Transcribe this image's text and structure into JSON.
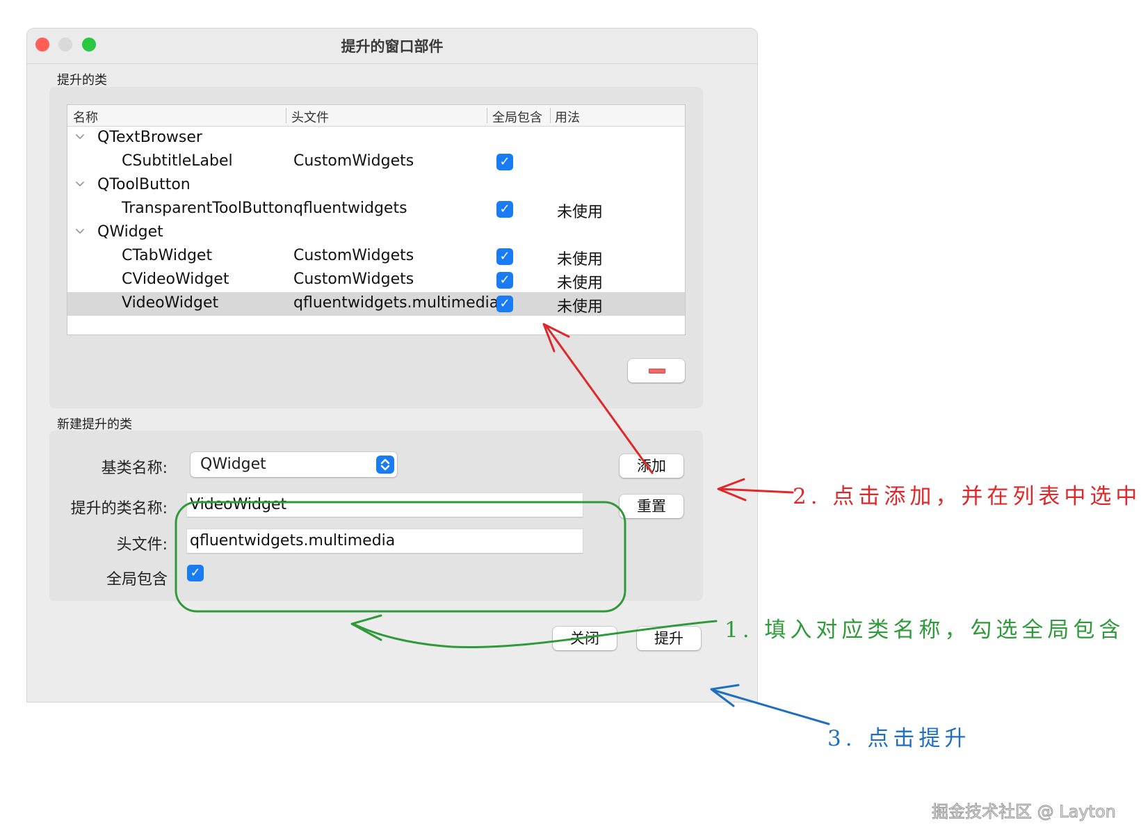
{
  "window": {
    "title": "提升的窗口部件",
    "traffic_lights": {
      "close": "#ff5f57",
      "minimize": "#d9d9d9",
      "zoom": "#28c840"
    }
  },
  "promoted_section": {
    "label": "提升的类",
    "columns": [
      "名称",
      "头文件",
      "全局包含",
      "用法"
    ],
    "rows": [
      {
        "type": "group",
        "name": "QTextBrowser"
      },
      {
        "type": "item",
        "name": "CSubtitleLabel",
        "header": "CustomWidgets",
        "global": true,
        "usage": ""
      },
      {
        "type": "group",
        "name": "QToolButton"
      },
      {
        "type": "item",
        "name": "TransparentToolButton",
        "header": "qfluentwidgets",
        "global": true,
        "usage": "未使用"
      },
      {
        "type": "group",
        "name": "QWidget"
      },
      {
        "type": "item",
        "name": "CTabWidget",
        "header": "CustomWidgets",
        "global": true,
        "usage": "未使用"
      },
      {
        "type": "item",
        "name": "CVideoWidget",
        "header": "CustomWidgets",
        "global": true,
        "usage": "未使用"
      },
      {
        "type": "item",
        "name": "VideoWidget",
        "header": "qfluentwidgets.multimedia",
        "global": true,
        "usage": "未使用",
        "selected": true
      }
    ],
    "remove_icon": "minus-icon"
  },
  "new_section": {
    "label": "新建提升的类",
    "base_class_label": "基类名称:",
    "base_class_value": "QWidget",
    "class_name_label": "提升的类名称:",
    "class_name_value": "VideoWidget",
    "header_label": "头文件:",
    "header_value": "qfluentwidgets.multimedia",
    "global_label": "全局包含",
    "global_checked": true,
    "add_button": "添加",
    "reset_button": "重置"
  },
  "footer": {
    "close_button": "关闭",
    "promote_button": "提升"
  },
  "annotations": {
    "step1": "1. 填入对应类名称，勾选全局包含",
    "step2": "2. 点击添加，并在列表中选中",
    "step3": "3. 点击提升",
    "colors": {
      "step1": "#2f9a3a",
      "step2": "#e0282a",
      "step3": "#1f6fc0"
    }
  },
  "watermark": "掘金技术社区 @ Layton"
}
